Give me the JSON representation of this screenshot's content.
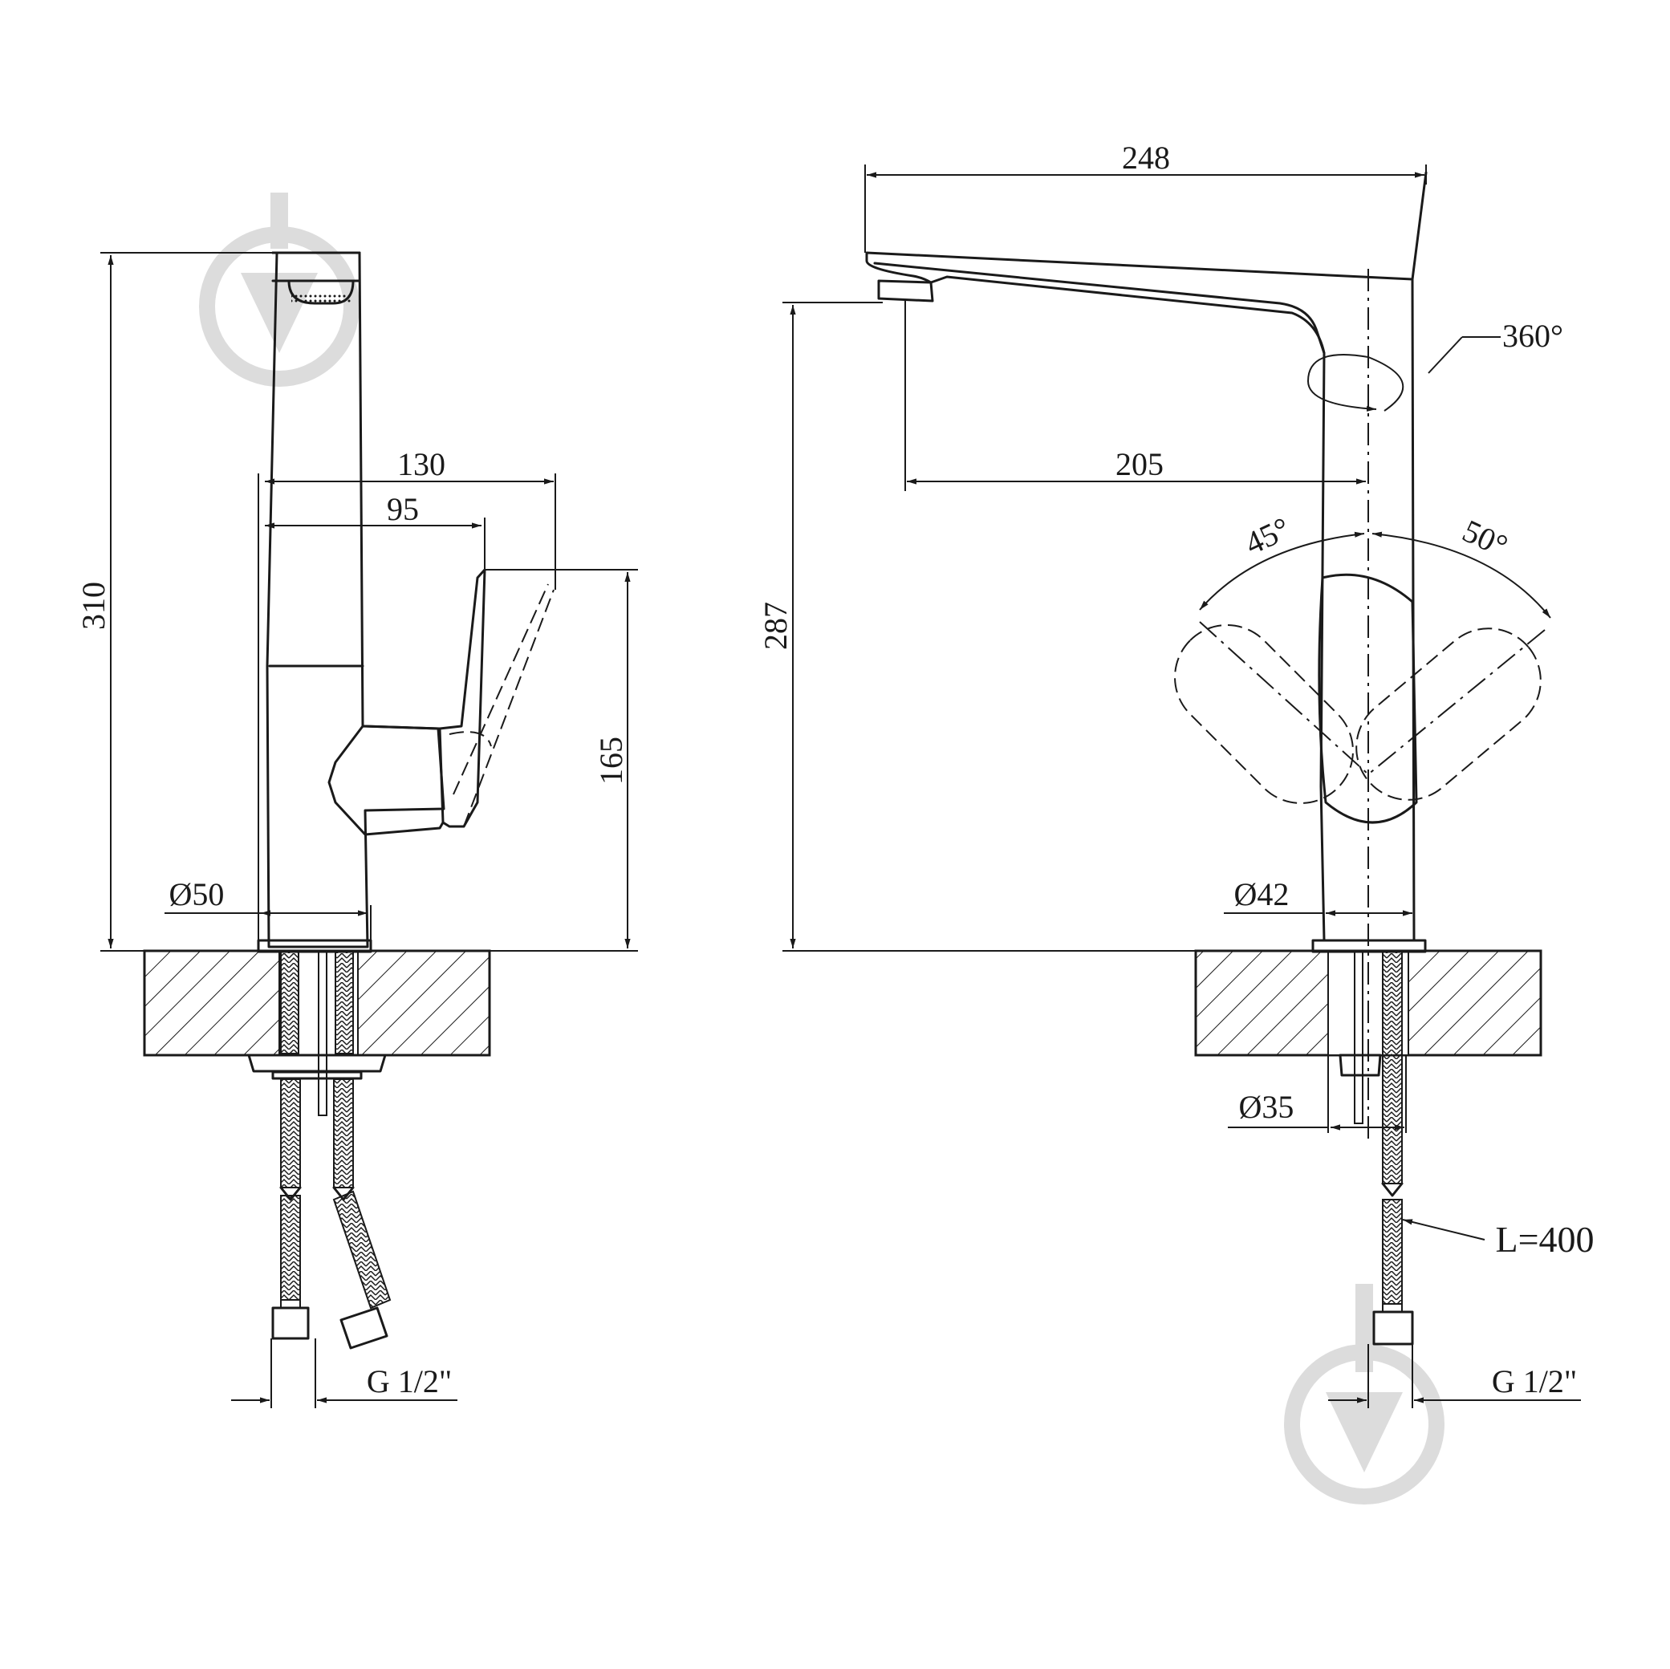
{
  "watermark": {
    "icon": "drop-in-circle-icon",
    "color": "#dcdcdc"
  },
  "colors": {
    "line": "#1a1a1a",
    "background": "#ffffff"
  },
  "side_view": {
    "dims": {
      "height": "310",
      "reach_handle_open": "130",
      "reach_handle": "95",
      "handle_height": "165",
      "base_diameter": "Ø50",
      "connection": "G 1/2\""
    }
  },
  "front_view": {
    "dims": {
      "spout_length": "248",
      "spout_reach": "205",
      "aerator_height": "287",
      "rotation": "360°",
      "handle_left": "45°",
      "handle_right": "50°",
      "body_diameter": "Ø42",
      "mount_diameter": "Ø35",
      "hose_length": "L=400",
      "connection": "G 1/2\""
    }
  }
}
